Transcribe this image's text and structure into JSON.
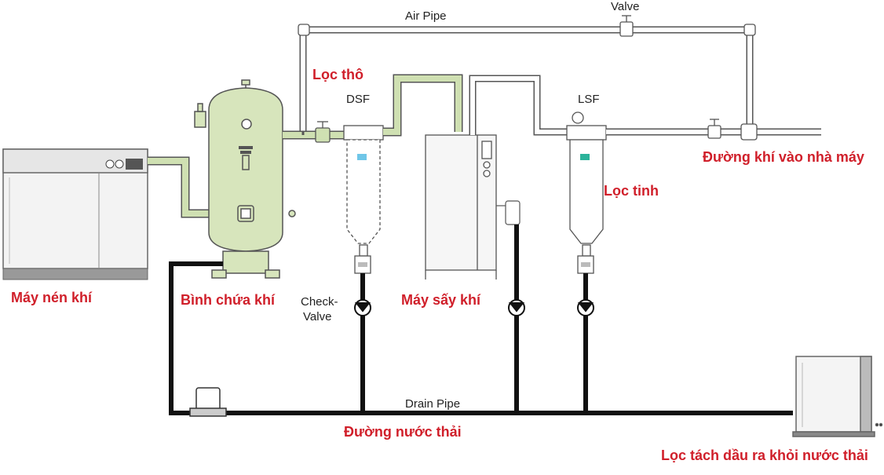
{
  "colors": {
    "pipe_green": "#cfe0b2",
    "pipe_outline": "#555555",
    "tank_fill": "#d7e5bc",
    "drain": "#111111",
    "label_red": "#d01f2a",
    "label_black": "#222222"
  },
  "labels": {
    "air_pipe": "Air Pipe",
    "valve": "Valve",
    "loc_tho": "Lọc thô",
    "dsf": "DSF",
    "lsf": "LSF",
    "duong_khi": "Đường khí vào nhà máy",
    "loc_tinh": "Lọc tinh",
    "may_nen_khi": "Máy nén khí",
    "binh_chua_khi": "Bình chứa khí",
    "check_valve_1": "Check-",
    "check_valve_2": "Valve",
    "may_say_khi": "Máy sấy khí",
    "drain_pipe": "Drain Pipe",
    "duong_nuoc_thai": "Đường nước thải",
    "loc_tach_dau": "Lọc tách dầu ra khỏi nước thải"
  }
}
